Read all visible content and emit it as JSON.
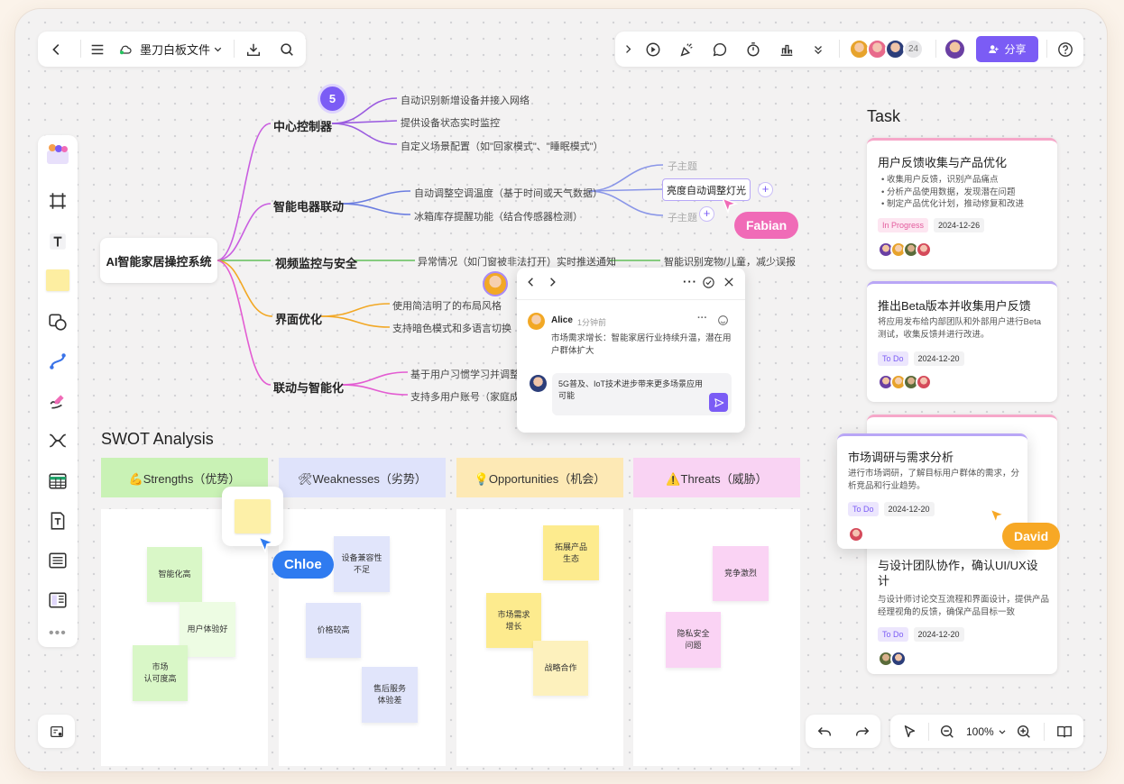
{
  "toolbar_left": {
    "file_name": "墨刀白板文件"
  },
  "toolbar_right": {
    "collab_count": "24",
    "share_label": "分享"
  },
  "mindmap": {
    "root": "AI智能家居操控系统",
    "badge": "5",
    "branches": [
      {
        "label": "中心控制器",
        "children": [
          "自动识别新增设备并接入网络",
          "提供设备状态实时监控",
          "自定义场景配置（如\"回家模式\"、\"睡眠模式\"）"
        ]
      },
      {
        "label": "智能电器联动",
        "children": [
          "自动调整空调温度（基于时间或天气数据）",
          "冰箱库存提醒功能（结合传感器检测）"
        ],
        "sub": [
          "子主题",
          "亮度自动调整灯光",
          "子主题"
        ]
      },
      {
        "label": "视频监控与安全",
        "children": [
          "异常情况（如门窗被非法打开）实时推送通知",
          "智能识别宠物/儿童，减少误报"
        ]
      },
      {
        "label": "界面优化",
        "children": [
          "使用简洁明了的布局风格",
          "支持暗色模式和多语言切换"
        ]
      },
      {
        "label": "联动与智能化",
        "children": [
          "基于用户习惯学习并调整",
          "支持多用户账号（家庭成"
        ]
      }
    ]
  },
  "comment": {
    "author": "Alice",
    "time": "1分钟前",
    "text": "市场需求增长：智能家居行业持续升温，潜在用户群体扩大",
    "reply_draft": "5G普及、IoT技术进步带来更多场景应用可能"
  },
  "cursors": {
    "fabian": "Fabian",
    "chloe": "Chloe",
    "david": "David"
  },
  "task": {
    "title": "Task",
    "cards": [
      {
        "title": "用户反馈收集与产品优化",
        "bullets": [
          "收集用户反馈，识别产品痛点",
          "分析产品使用数据，发现潜在问题",
          "制定产品优化计划，推动修复和改进"
        ],
        "status": "In Progress",
        "date": "2024-12-26"
      },
      {
        "title": "推出Beta版本并收集用户反馈",
        "desc": "将应用发布给内部团队和外部用户进行Beta测试，收集反馈并进行改进。",
        "status": "To Do",
        "date": "2024-12-20"
      },
      {
        "title": "市场调研与需求分析",
        "desc": "进行市场调研，了解目标用户群体的需求，分析竞品和行业趋势。",
        "status": "To Do",
        "date": "2024-12-20"
      },
      {
        "title": "与设计团队协作，确认UI/UX设计",
        "desc": "与设计师讨论交互流程和界面设计，提供产品经理视角的反馈，确保产品目标一致",
        "status": "To Do",
        "date": "2024-12-20"
      }
    ]
  },
  "swot": {
    "title": "SWOT Analysis",
    "headers": [
      "💪Strengths（优势）",
      "🛠Weaknesses（劣势）",
      "💡Opportunities（机会）",
      "⚠️Threats（威胁）"
    ],
    "strengths": [
      "智能化高",
      "用户体验好",
      "市场\n认可度高"
    ],
    "weaknesses": [
      "设备兼容性\n不足",
      "价格较高",
      "售后服务\n体验差"
    ],
    "opportunities": [
      "拓展产品\n生态",
      "市场需求\n增长",
      "战略合作"
    ],
    "threats": [
      "竞争激烈",
      "隐私安全\n问题"
    ]
  },
  "zoom": "100%",
  "colors": {
    "accent": "#7b5cf5",
    "pink": "#f06bb7",
    "orange": "#f7a825"
  }
}
